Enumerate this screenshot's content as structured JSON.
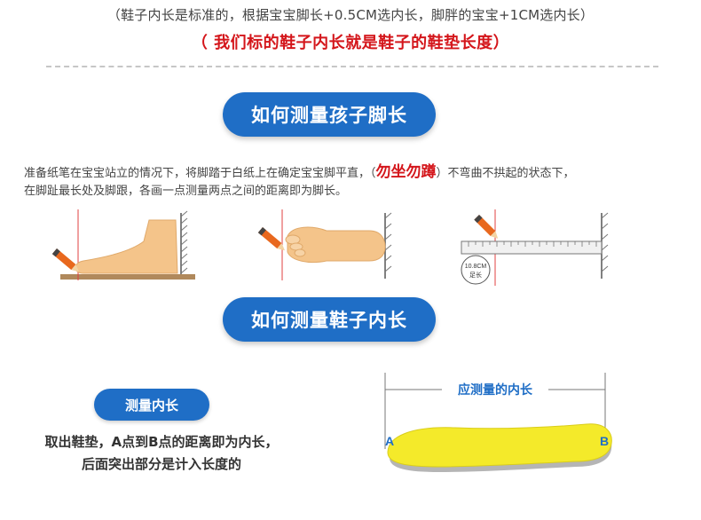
{
  "header": {
    "size_note": "（鞋子内长是标准的，根据宝宝脚长+0.5CM选内长，脚胖的宝宝+1CM选内长）",
    "emphasis_note": "（ 我们标的鞋子内长就是鞋子的鞋垫长度）"
  },
  "section_foot": {
    "title": "如何测量孩子脚长",
    "instruction_part1": "准备纸笔在宝宝站立的情况下，将脚踏于白纸上在确定宝宝脚平直，（",
    "instruction_highlight": "勿坐勿蹲",
    "instruction_part2": "）不弯曲不拱起的状态下，",
    "instruction_line2": "在脚趾最长处及脚跟，各画一点测量两点之间的距离即为脚长。",
    "ruler_badge_value": "10.8CM",
    "ruler_badge_label": "足长"
  },
  "section_shoe": {
    "title": "如何测量鞋子内长",
    "label": "测量内长",
    "desc_line1": "取出鞋垫，A点到B点的距离即为内长，",
    "desc_line2": "后面突出部分是计入长度的",
    "dimension_label": "应测量的内长",
    "point_a": "A",
    "point_b": "B"
  },
  "colors": {
    "accent_blue": "#1f6ec6",
    "emphasis_red": "#d4161b",
    "insole_yellow": "#f4ea2a",
    "insole_grey": "#b5b5b5",
    "foot_skin": "#f4c48a"
  },
  "icons": [
    "pencil-icon",
    "foot-side-icon",
    "foot-top-icon",
    "ruler-icon",
    "insole-icon"
  ]
}
